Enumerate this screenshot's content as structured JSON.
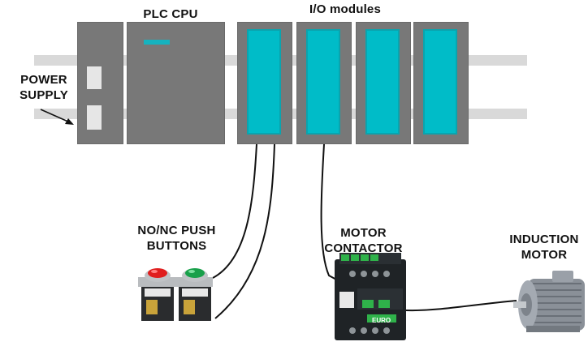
{
  "labels": {
    "plc_cpu": "PLC CPU",
    "io_modules": "I/O modules",
    "power_supply_line1": "POWER",
    "power_supply_line2": "SUPPLY",
    "push_buttons_line1": "NO/NC PUSH",
    "push_buttons_line2": "BUTTONS",
    "motor_contactor_line1": "MOTOR",
    "motor_contactor_line2": "CONTACTOR",
    "induction_motor_line1": "INDUCTION",
    "induction_motor_line2": "MOTOR"
  },
  "contactor_brand": "EURO",
  "colors": {
    "module_gray": "#787878",
    "rail_gray": "#d9d9d9",
    "io_screen_cyan": "#00bcc8",
    "cpu_led": "#15b3bf",
    "wire": "#111111",
    "contactor_body": "#1f2326",
    "contactor_accent": "#2fb24a",
    "button_red": "#e01e1e",
    "button_green": "#18a04a",
    "motor_gray": "#8a9098"
  },
  "icons": [
    "push-button-red-icon",
    "push-button-green-icon",
    "contactor-icon",
    "induction-motor-icon",
    "arrow-icon"
  ]
}
